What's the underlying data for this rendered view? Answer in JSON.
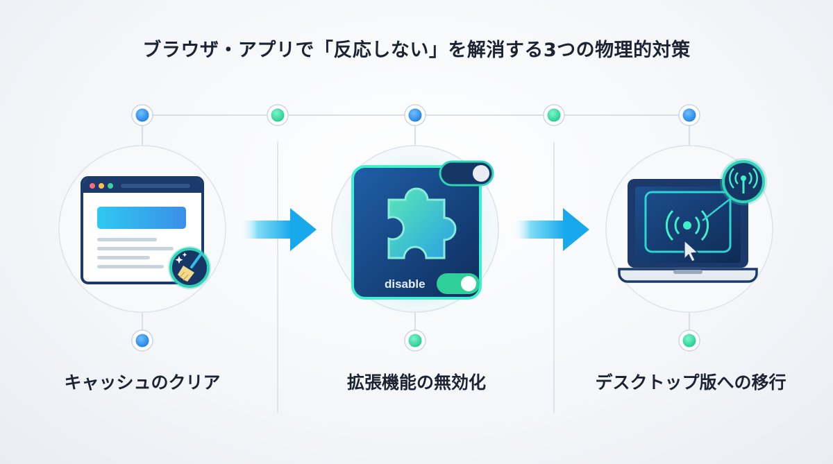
{
  "title": "ブラウザ・アプリで「反応しない」を解消する3つの物理的対策",
  "steps": [
    {
      "label": "キャッシュのクリア",
      "icon": "browser-window-broom-icon"
    },
    {
      "label": "拡張機能の無効化",
      "icon": "puzzle-piece-toggle-icon",
      "toggle_text": "disable"
    },
    {
      "label": "デスクトップ版への移行",
      "icon": "laptop-broadcast-icon"
    }
  ],
  "colors": {
    "title": "#1c2433",
    "accent_blue": "#2f8fe6",
    "accent_green": "#2fd49c",
    "dark_navy": "#1b3a6b",
    "arrow": "#2ec4f0"
  }
}
